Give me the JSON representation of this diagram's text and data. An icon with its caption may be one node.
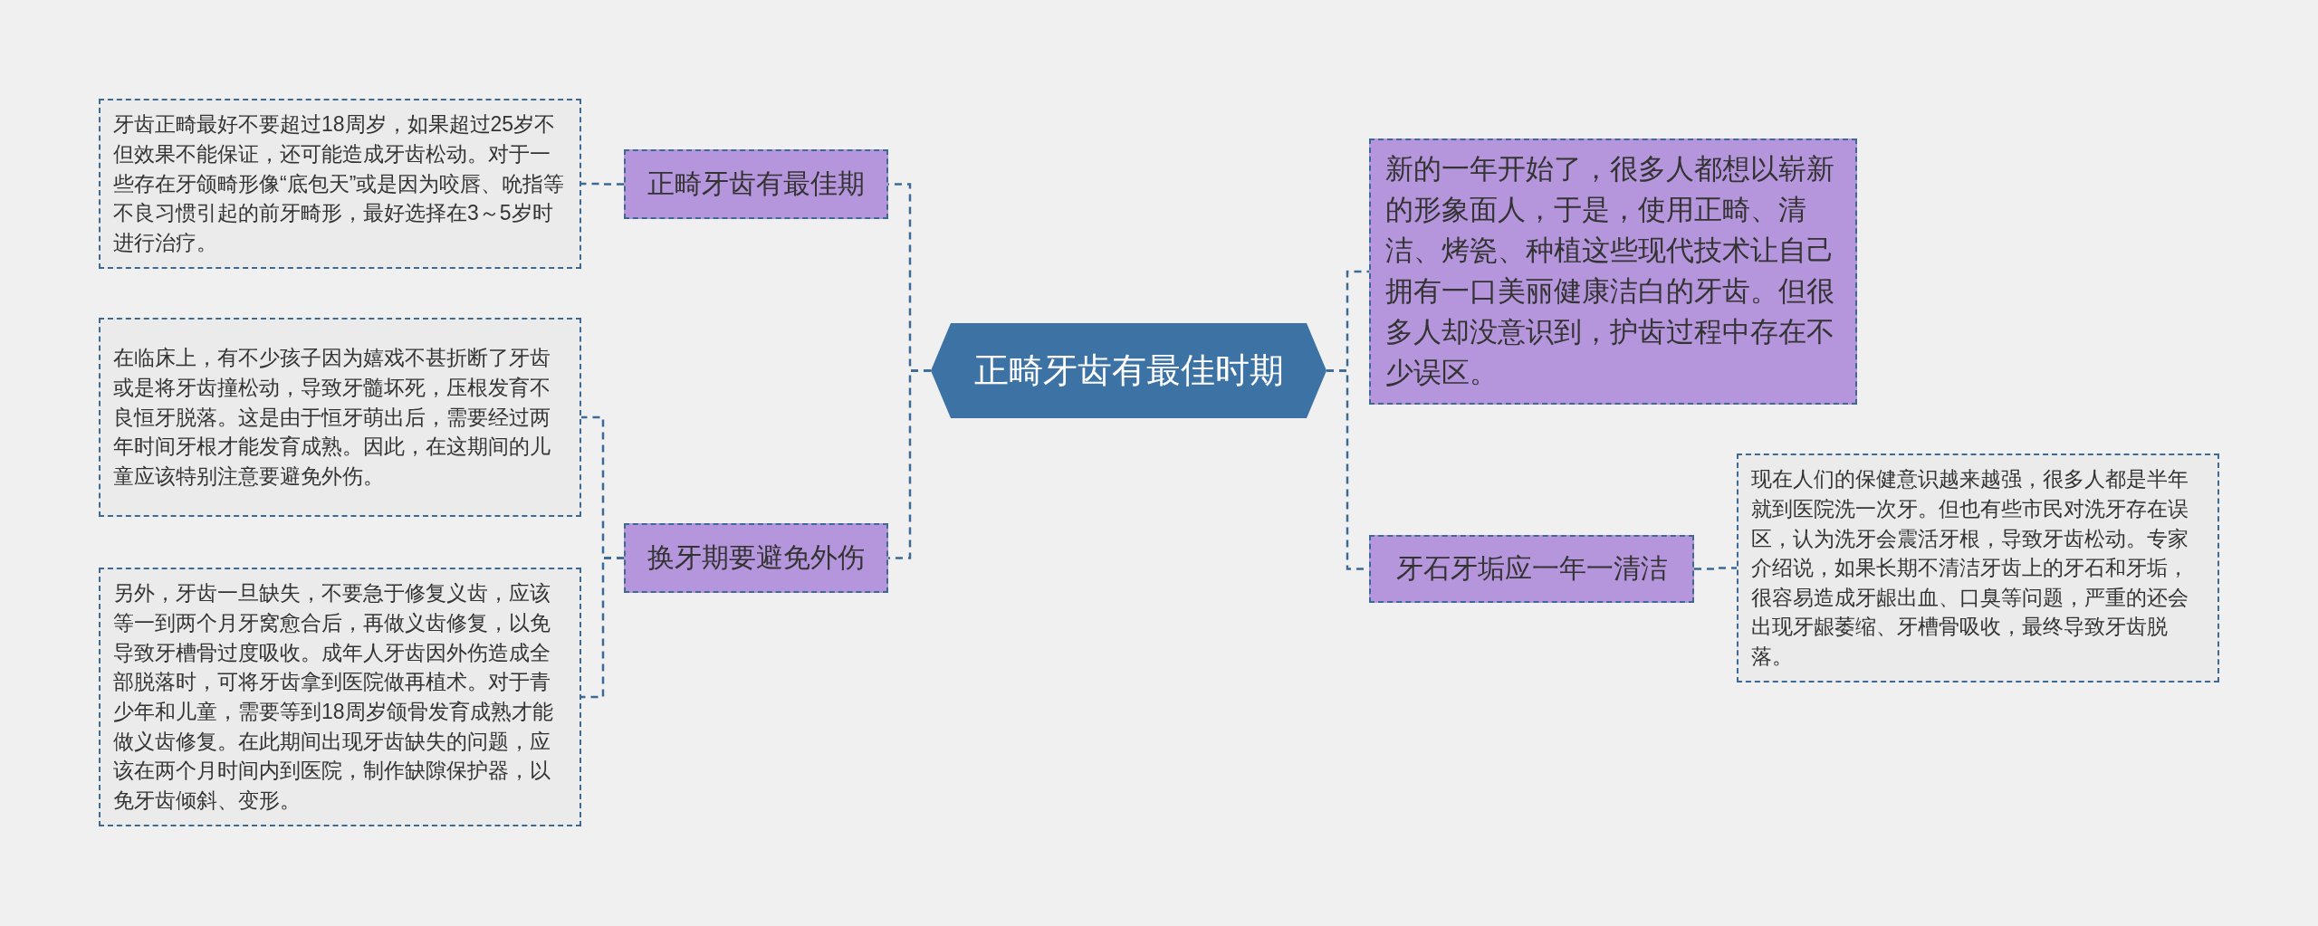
{
  "diagram": {
    "nodes": [
      {
        "text": [
          "正畸牙齿有最佳时期"
        ]
      },
      {
        "text": [
          "正畸牙齿有最佳期"
        ]
      },
      {
        "text": [
          "牙齿正畸最好不要超过18周岁，如果超过25岁不但效果不能保证，还可能造成牙齿松动。对于一些存在牙颌畸形像“底包天”或是因为咬唇、吮指等不良习惯引起的前牙畸形，最好选择在3～5岁时进行治疗。"
        ]
      },
      {
        "text": [
          "换牙期要避免外伤"
        ]
      },
      {
        "text": [
          "在临床上，有不少孩子因为嬉戏不甚折断了牙齿或是将牙齿撞松动，导致牙髓坏死，压根发育不良恒牙脱落。这是由于恒牙萌出后，需要经过两年时间牙根才能发育成熟。因此，在这期间的儿童应该特别注意要避免外伤。"
        ]
      },
      {
        "text": [
          "另外，牙齿一旦缺失，不要急于修复义齿，应该等一到两个月牙窝愈合后，再做义齿修复，以免导致牙槽骨过度吸收。成年人牙齿因外伤造成全部脱落时，可将牙齿拿到医院做再植术。对于青少年和儿童，需要等到18周岁颌骨发育成熟才能做义齿修复。在此期间出现牙齿缺失的问题，应该在两个月时间内到医院，制作缺隙保护器，以免牙齿倾斜、变形。"
        ]
      },
      {
        "text": [
          "新的一年开始了，很多人都想以崭新的形象面人，于是，使用正畸、清洁、烤瓷、种植这些现代技术让自己拥有一口美丽健康洁白的牙齿。但很多人却没意识到，护齿过程中存在不少误区。"
        ]
      },
      {
        "text": [
          "牙石牙垢应一年一清洁"
        ]
      },
      {
        "text": [
          "现在人们的保健意识越来越强，很多人都是半年就到医院洗一次牙。但也有些市民对洗牙存在误区，认为洗牙会震活牙根，导致牙齿松动。专家介绍说，如果长期不清洁牙齿上的牙石和牙垢，很容易造成牙龈出血、口臭等问题，严重的还会出现牙龈萎缩、牙槽骨吸收，最终导致牙齿脱落。"
        ]
      }
    ],
    "edges": [
      {
        "from": 0,
        "to": 1,
        "arrow": "none"
      },
      {
        "from": 1,
        "to": 2,
        "arrow": "none"
      },
      {
        "from": 0,
        "to": 3,
        "arrow": "none"
      },
      {
        "from": 3,
        "to": 4,
        "arrow": "none"
      },
      {
        "from": 3,
        "to": 5,
        "arrow": "none"
      },
      {
        "from": 0,
        "to": 6,
        "arrow": "none"
      },
      {
        "from": 0,
        "to": 7,
        "arrow": "none"
      },
      {
        "from": 7,
        "to": 8,
        "arrow": "none"
      }
    ]
  }
}
